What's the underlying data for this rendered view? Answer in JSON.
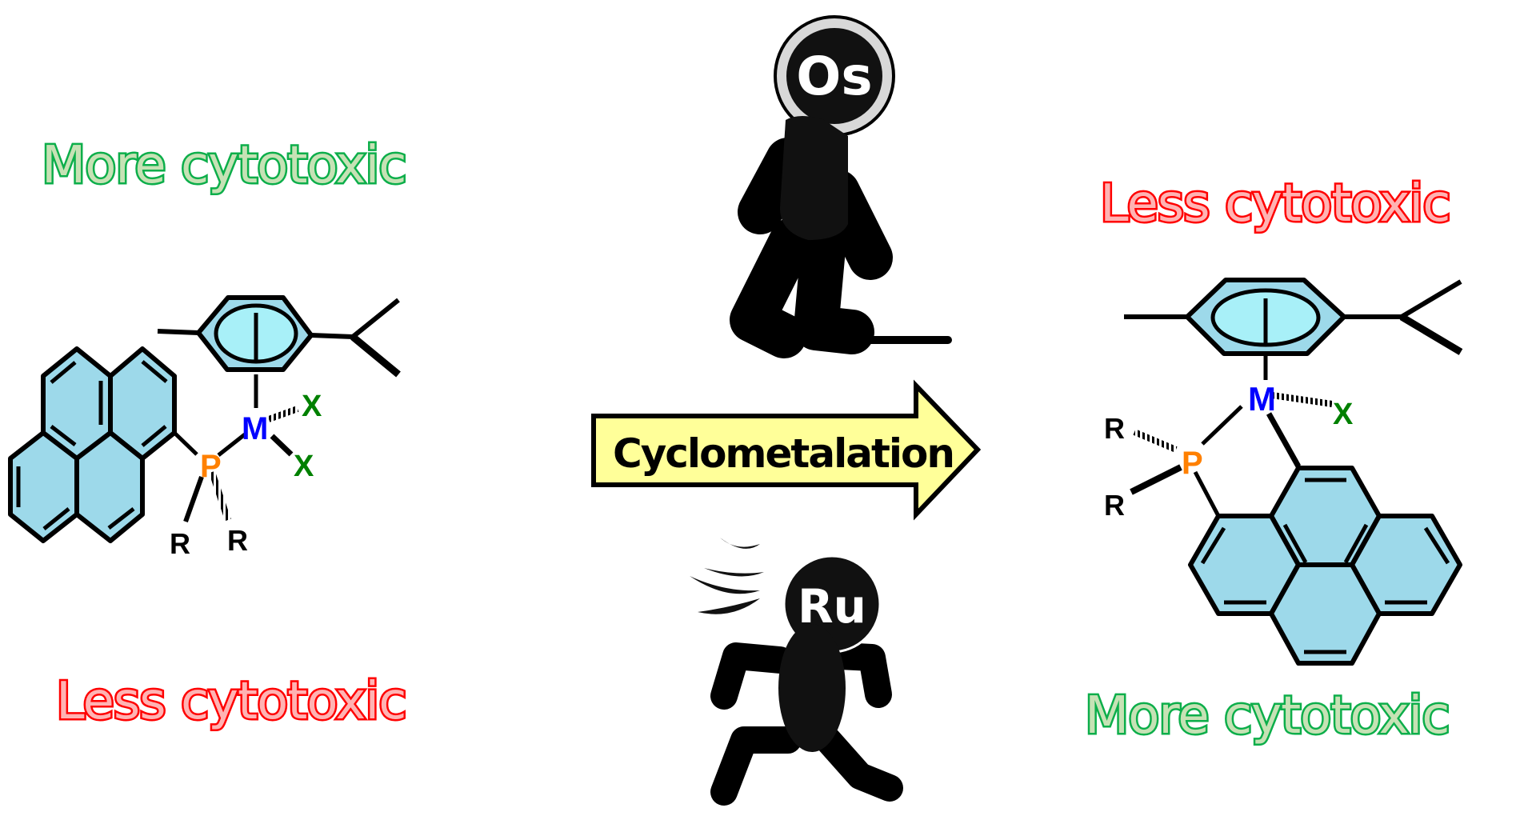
{
  "labels": {
    "left_top": "More cytotoxic",
    "left_bottom": "Less cytotoxic",
    "right_top": "Less cytotoxic",
    "right_bottom": "More cytotoxic"
  },
  "arrow": {
    "label": "Cyclometalation",
    "fill": "#ffff99"
  },
  "characters": {
    "walker": "Os",
    "runner": "Ru"
  },
  "atoms": {
    "metal": "M",
    "phosphorus": "P",
    "halide": "X",
    "substituent": "R"
  },
  "colors": {
    "ring_fill": "#9dd9ea",
    "arene_inner": "#a8f0f8",
    "metal": "#0000ff",
    "phosphorus": "#ff8000",
    "halide": "#008000",
    "more_green": "#0cae4a",
    "less_red": "#ff0000"
  }
}
